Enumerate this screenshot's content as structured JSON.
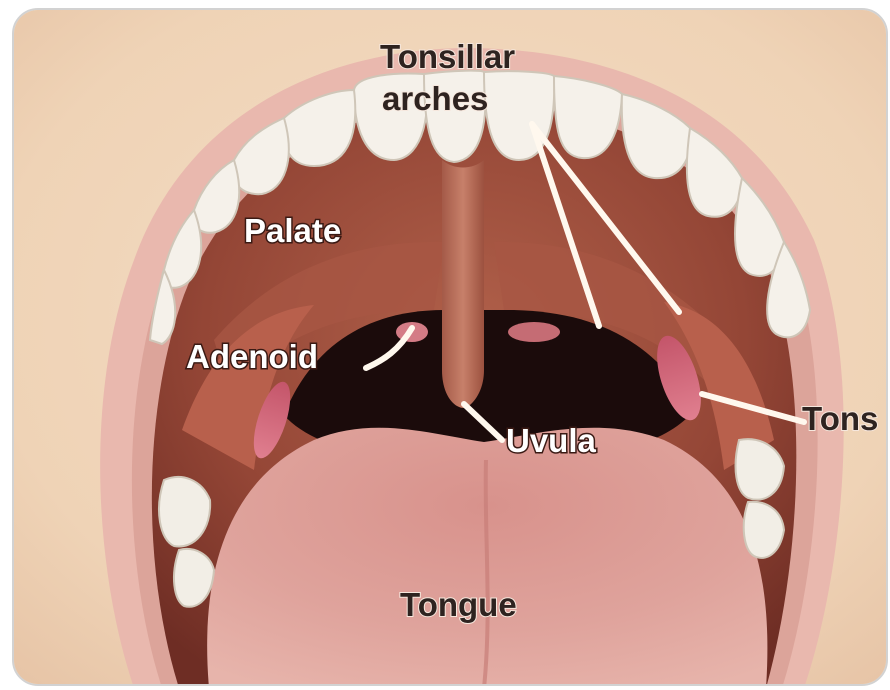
{
  "diagram": {
    "labels": {
      "tonsillar_arches": [
        "Tonsillar",
        "arches"
      ],
      "palate": "Palate",
      "adenoid": "Adenoid",
      "uvula": "Uvula",
      "tonsil": "Tons",
      "tongue": "Tongue"
    },
    "colors": {
      "skin": "#f1d9c1",
      "lips": "#e8b6ad",
      "mouth_cavity": "#9b4a3a",
      "throat": "#1c0c0c",
      "tongue": "#d99893",
      "teeth": "#f5f1ea",
      "leader_line": "#fffaf2"
    }
  }
}
